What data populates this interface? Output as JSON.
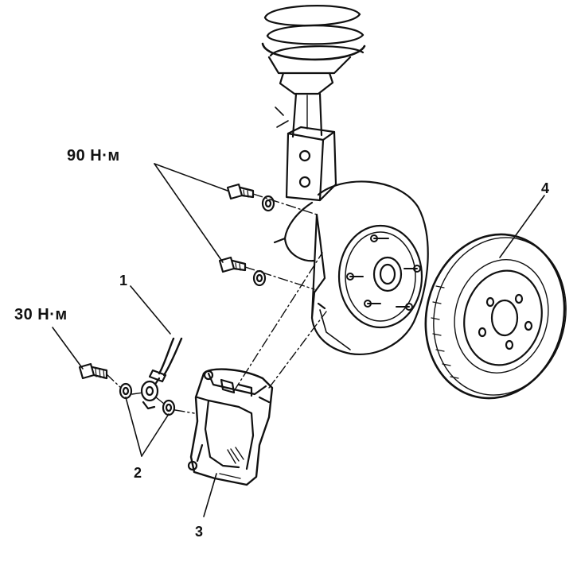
{
  "labels": {
    "torque_upper": "90 Н·м",
    "torque_lower": "30 Н·м",
    "callout_1": "1",
    "callout_2": "2",
    "callout_3": "3",
    "callout_4": "4"
  },
  "colors": {
    "ink": "#111111",
    "background": "#ffffff"
  }
}
